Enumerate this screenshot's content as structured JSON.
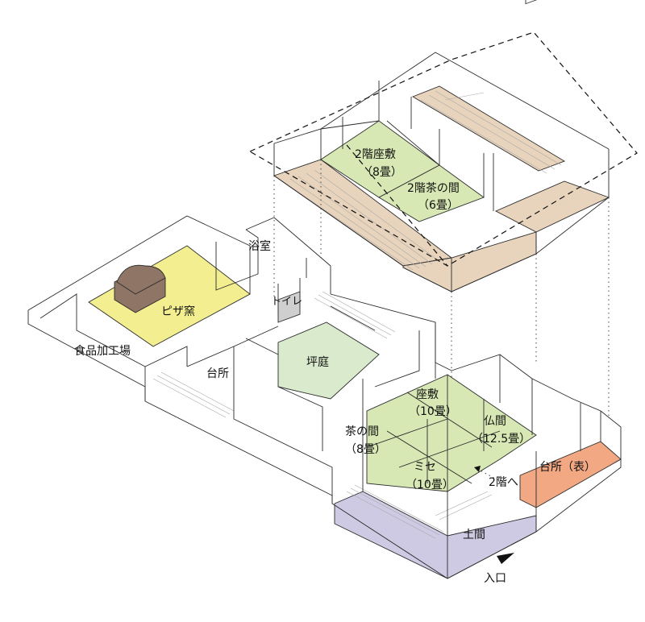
{
  "colors": {
    "pizza": "#f3ee8f",
    "tatami": "#d7e8b4",
    "garden": "#d9ebcc",
    "doma": "#cfcae3",
    "front_kitchen": "#f1a883",
    "wood": "#e8d4bc",
    "oven": "#8e7565"
  },
  "rooms": {
    "second_zashiki": {
      "name": "2階座敷",
      "size": "（8畳）"
    },
    "second_chanoma": {
      "name": "2階茶の間",
      "size": "（6畳）"
    },
    "bath": {
      "name": "浴室"
    },
    "toilet": {
      "name": "トイレ"
    },
    "pizza_oven": {
      "name": "ピザ窯"
    },
    "food_factory": {
      "name": "食品加工場"
    },
    "kitchen": {
      "name": "台所"
    },
    "garden": {
      "name": "坪庭"
    },
    "zashiki": {
      "name": "座敷",
      "size": "（10畳）"
    },
    "butsuma": {
      "name": "仏間",
      "size": "（12.5畳）"
    },
    "chanoma": {
      "name": "茶の間",
      "size": "（8畳）"
    },
    "mise": {
      "name": "ミセ",
      "size": "（10畳）"
    },
    "stairs": {
      "name": "2階へ"
    },
    "front_kitchen": {
      "name": "台所（表）"
    },
    "doma": {
      "name": "土間"
    },
    "entrance": {
      "name": "入口"
    }
  }
}
